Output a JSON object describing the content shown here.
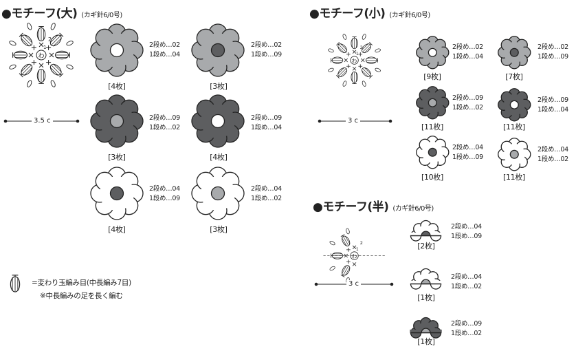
{
  "colors": {
    "c02": "#a8aaac",
    "c04": "#ffffff",
    "c09": "#5d5e60",
    "outline": "#222222"
  },
  "sections": [
    {
      "title": "●モチーフ(大)",
      "subtitle": "(カギ針6/0号)",
      "size": "3.5 c",
      "variants": [
        {
          "r2_label": "2段め…02",
          "r1_label": "1段め…04",
          "count": "[4枚]",
          "r2": "c02",
          "r1": "c04"
        },
        {
          "r2_label": "2段め…02",
          "r1_label": "1段め…09",
          "count": "[3枚]",
          "r2": "c02",
          "r1": "c09"
        },
        {
          "r2_label": "2段め…09",
          "r1_label": "1段め…02",
          "count": "[3枚]",
          "r2": "c09",
          "r1": "c02"
        },
        {
          "r2_label": "2段め…09",
          "r1_label": "1段め…04",
          "count": "[4枚]",
          "r2": "c09",
          "r1": "c04"
        },
        {
          "r2_label": "2段め…04",
          "r1_label": "1段め…09",
          "count": "[4枚]",
          "r2": "c04",
          "r1": "c09"
        },
        {
          "r2_label": "2段め…04",
          "r1_label": "1段め…02",
          "count": "[3枚]",
          "r2": "c04",
          "r1": "c02"
        }
      ]
    },
    {
      "title": "●モチーフ(小)",
      "subtitle": "(カギ針6/0号)",
      "size": "3 c",
      "variants": [
        {
          "r2_label": "2段め…02",
          "r1_label": "1段め…04",
          "count": "[9枚]",
          "r2": "c02",
          "r1": "c04"
        },
        {
          "r2_label": "2段め…02",
          "r1_label": "1段め…09",
          "count": "[7枚]",
          "r2": "c02",
          "r1": "c09"
        },
        {
          "r2_label": "2段め…09",
          "r1_label": "1段め…02",
          "count": "[11枚]",
          "r2": "c09",
          "r1": "c02"
        },
        {
          "r2_label": "2段め…09",
          "r1_label": "1段め…04",
          "count": "[11枚]",
          "r2": "c09",
          "r1": "c04"
        },
        {
          "r2_label": "2段め…04",
          "r1_label": "1段め…09",
          "count": "[10枚]",
          "r2": "c04",
          "r1": "c09"
        },
        {
          "r2_label": "2段め…04",
          "r1_label": "1段め…02",
          "count": "[11枚]",
          "r2": "c04",
          "r1": "c02"
        }
      ]
    },
    {
      "title": "●モチーフ(半)",
      "subtitle": "(カギ針6/0号)",
      "size": "3 c",
      "variants": [
        {
          "r2_label": "2段め…04",
          "r1_label": "1段め…09",
          "count": "[2枚]",
          "r2": "c04",
          "r1": "c09"
        },
        {
          "r2_label": "2段め…04",
          "r1_label": "1段め…02",
          "count": "[1枚]",
          "r2": "c04",
          "r1": "c02"
        },
        {
          "r2_label": "2段め…09",
          "r1_label": "1段め…02",
          "count": "[1枚]",
          "r2": "c09",
          "r1": "c02"
        }
      ]
    }
  ],
  "chart_symbols": {
    "magic_ring": "わ",
    "round_2": "2",
    "round_1": "1"
  },
  "legend": {
    "symbol_text": "=変わり玉編み目(中長編み7目)",
    "note": "※中長編みの足を長く編む"
  }
}
